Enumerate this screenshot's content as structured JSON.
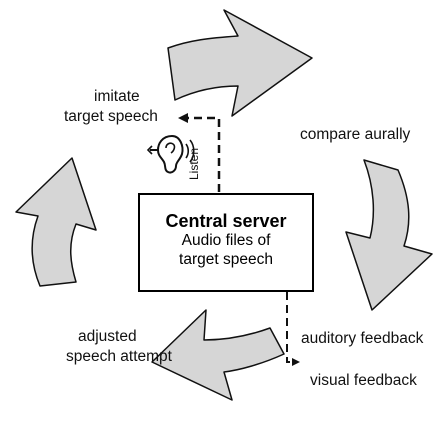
{
  "central": {
    "title": "Central server",
    "line1": "Audio files of",
    "line2": "target speech"
  },
  "labels": {
    "imitate_line1": "imitate",
    "imitate_line2": "target speech",
    "compare": "compare aurally",
    "adjusted_line1": "adjusted",
    "adjusted_line2": "speech attempt",
    "auditory": "auditory feedback",
    "visual": "visual feedback",
    "listen": "Listen"
  },
  "colors": {
    "arrow_fill": "#d6d6d6",
    "stroke": "#111111"
  },
  "icons": {
    "ear": "ear-icon"
  }
}
